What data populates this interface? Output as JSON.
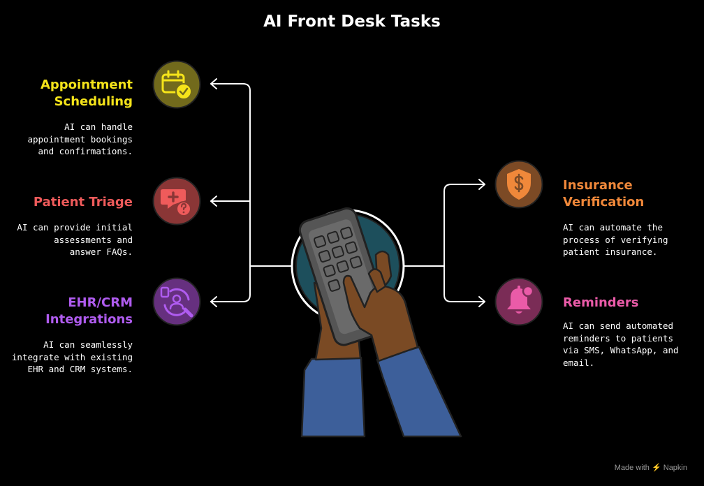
{
  "title": "AI Front Desk Tasks",
  "colors": {
    "appointment": "#f5e41a",
    "triage": "#ef5b5b",
    "ehr": "#b05cf0",
    "insurance": "#f0883a",
    "reminders": "#ea5ba8"
  },
  "left_items": [
    {
      "icon": "calendar-check-icon",
      "heading_lines": [
        "Appointment",
        "Scheduling"
      ],
      "desc": "AI can handle\nappointment bookings\nand confirmations."
    },
    {
      "icon": "medical-question-icon",
      "heading_lines": [
        "Patient Triage"
      ],
      "desc": "AI can provide initial\nassessments and\nanswer FAQs."
    },
    {
      "icon": "integration-user-icon",
      "heading_lines": [
        "EHR/CRM",
        "Integrations"
      ],
      "desc": "AI can seamlessly\nintegrate with existing\nEHR and CRM systems."
    }
  ],
  "right_items": [
    {
      "icon": "shield-dollar-icon",
      "heading_lines": [
        "Insurance",
        "Verification"
      ],
      "desc": "AI can automate the\nprocess of verifying\npatient insurance."
    },
    {
      "icon": "bell-notification-icon",
      "heading_lines": [
        "Reminders"
      ],
      "desc": "AI can send automated\nreminders to patients\nvia SMS, WhatsApp, and\nemail."
    }
  ],
  "footer": {
    "made_with": "Made with",
    "brand": "Napkin"
  }
}
